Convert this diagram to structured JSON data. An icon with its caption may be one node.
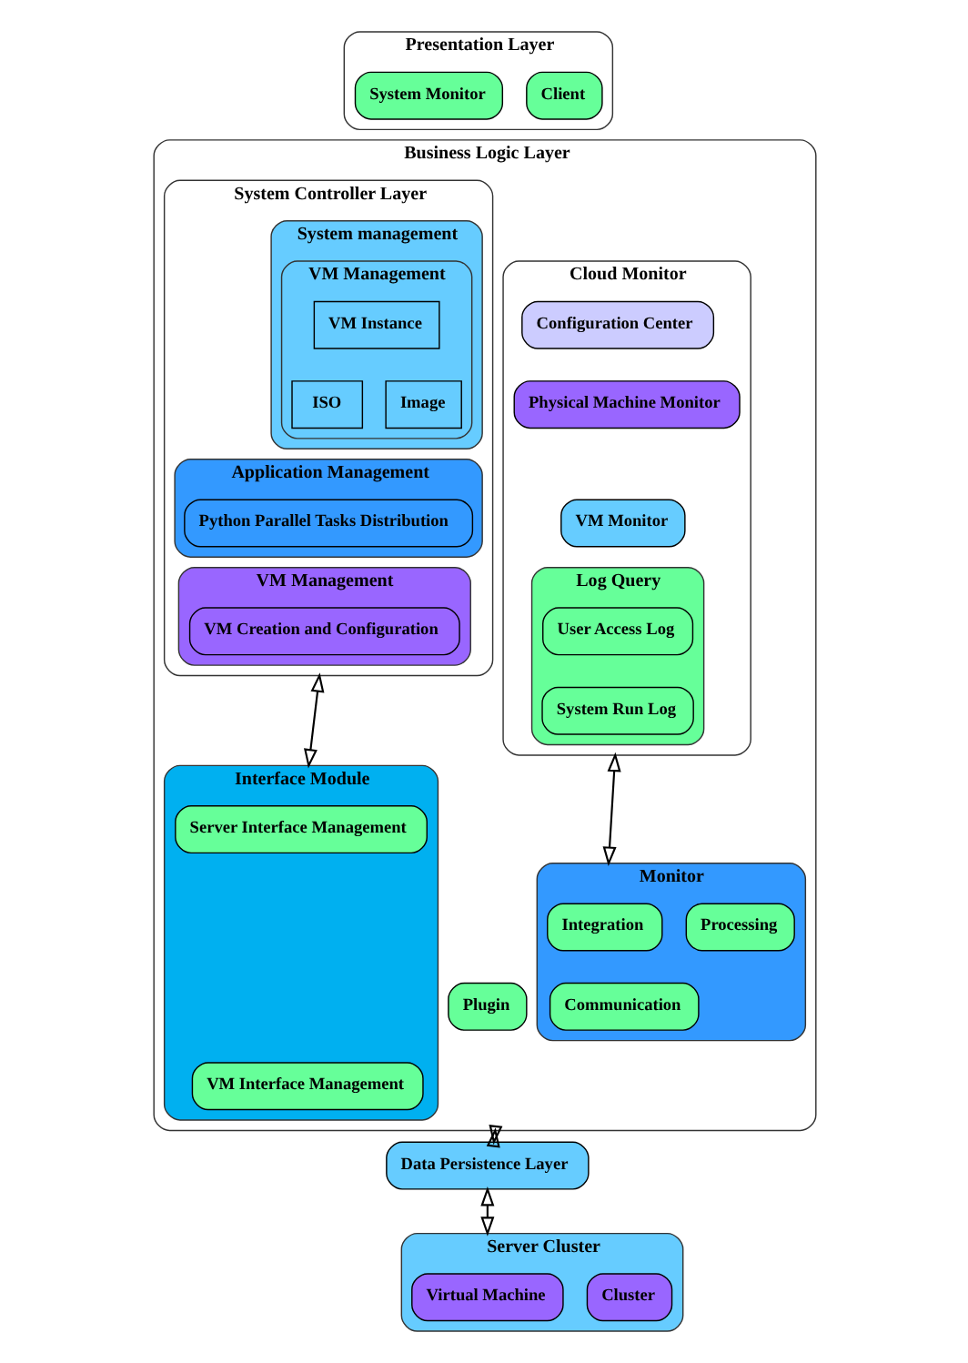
{
  "diagram": {
    "nodes": [
      {
        "text": [
          "Presentation Layer"
        ]
      },
      {
        "text": [
          "System Monitor"
        ],
        "in": 0
      },
      {
        "text": [
          "Client"
        ],
        "in": 0
      },
      {
        "text": [
          "Business Logic Layer"
        ]
      },
      {
        "text": [
          "System Controller Layer"
        ],
        "in": 3
      },
      {
        "text": [
          "System management"
        ],
        "in": 4
      },
      {
        "text": [
          "VM Management"
        ],
        "in": 5
      },
      {
        "text": [
          "VM Instance"
        ],
        "in": 6
      },
      {
        "text": [
          "ISO"
        ],
        "in": 6
      },
      {
        "text": [
          "Image"
        ],
        "in": 6
      },
      {
        "text": [
          "Application Management"
        ],
        "in": 4
      },
      {
        "text": [
          "Python Parallel Tasks Distribution"
        ],
        "in": 10
      },
      {
        "text": [
          "VM Management"
        ],
        "in": 4
      },
      {
        "text": [
          "VM Creation and Configuration"
        ],
        "in": 12
      },
      {
        "text": [
          "Cloud Monitor"
        ],
        "in": 3
      },
      {
        "text": [
          "Configuration Center"
        ],
        "in": 14
      },
      {
        "text": [
          "Physical Machine Monitor"
        ],
        "in": 14
      },
      {
        "text": [
          "VM Monitor"
        ],
        "in": 14
      },
      {
        "text": [
          "Log Query"
        ],
        "in": 14
      },
      {
        "text": [
          "User Access Log"
        ],
        "in": 18
      },
      {
        "text": [
          "System Run Log"
        ],
        "in": 18
      },
      {
        "text": [
          "Interface Module"
        ],
        "in": 3
      },
      {
        "text": [
          "Server Interface Management"
        ],
        "in": 21
      },
      {
        "text": [
          "VM Interface Management"
        ],
        "in": 21
      },
      {
        "text": [
          "Monitor"
        ],
        "in": 3
      },
      {
        "text": [
          "Integration"
        ],
        "in": 24
      },
      {
        "text": [
          "Processing"
        ],
        "in": 24
      },
      {
        "text": [
          "Plugin"
        ],
        "in": 3
      },
      {
        "text": [
          "Communication"
        ],
        "in": 24
      },
      {
        "text": [
          "Data Persistence Layer"
        ]
      },
      {
        "text": [
          "Server Cluster"
        ]
      },
      {
        "text": [
          "Virtual Machine"
        ],
        "in": 30
      },
      {
        "text": [
          "Cluster"
        ],
        "in": 30
      }
    ],
    "edges": [
      {
        "from": 4,
        "to": 21,
        "arrow": "both"
      },
      {
        "from": 14,
        "to": 24,
        "arrow": "both"
      },
      {
        "from": 3,
        "to": 29,
        "arrow": "both"
      },
      {
        "from": 29,
        "to": 30,
        "arrow": "both"
      }
    ]
  }
}
